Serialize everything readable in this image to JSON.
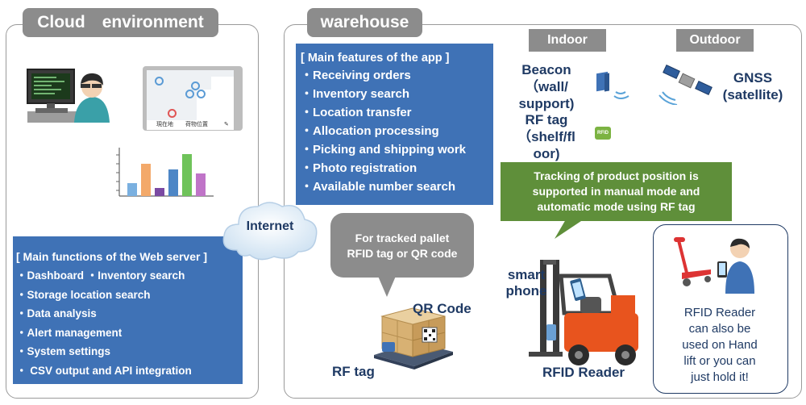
{
  "cloud": {
    "tab_label": "Cloud　environment",
    "web_server": {
      "header": "[ Main functions of the Web server ]",
      "items": [
        "・Dashboard ・Inventory search",
        "・Storage location search",
        "・Data analysis",
        "・Alert management",
        "・System settings",
        "・ CSV output and API integration"
      ]
    },
    "map_legend": {
      "left": "現在地",
      "right": "荷物位置"
    },
    "chart_bar_colors": [
      "#7ab0e0",
      "#f3a96a",
      "#7b4aa3",
      "#4d86c6",
      "#6fc35a",
      "#c074c8"
    ]
  },
  "internet_label": "Internet",
  "warehouse": {
    "tab_label": "warehouse",
    "app": {
      "header": "[ Main features of the app ]",
      "items": [
        "・Receiving orders",
        "・Inventory search",
        "・Location transfer",
        "・Allocation processing",
        "・Picking and shipping work",
        "・Photo registration",
        "・Available number search"
      ]
    },
    "indoor_label": "Indoor",
    "outdoor_label": "Outdoor",
    "beacon_lines": [
      "Beacon",
      "（wall/",
      "support)"
    ],
    "rftag_lines": [
      "RF tag",
      "（shelf/fl",
      "oor)"
    ],
    "rfid_small_label": "RFID",
    "gnss_lines": [
      "GNSS",
      "(satellite)"
    ],
    "tracking_lines": [
      "Tracking of product position is",
      "supported in manual mode and",
      "automatic mode using RF tag"
    ],
    "pallet_bubble_lines": [
      "For tracked pallet",
      "RFID tag or QR code"
    ],
    "qr_code_label": "QR Code",
    "rf_tag_label": "RF tag",
    "smartphone_lines": [
      "smart",
      "phone"
    ],
    "rfid_reader_label": "RFID Reader",
    "handlift_lines": [
      "RFID Reader",
      "can also be",
      "used on Hand",
      "lift or you can",
      "just hold it!"
    ]
  },
  "colors": {
    "panel_tab": "#8c8c8c",
    "feature_box": "#3f72b6",
    "tracking_box": "#5f8f3a",
    "label_text": "#1f3a64"
  }
}
